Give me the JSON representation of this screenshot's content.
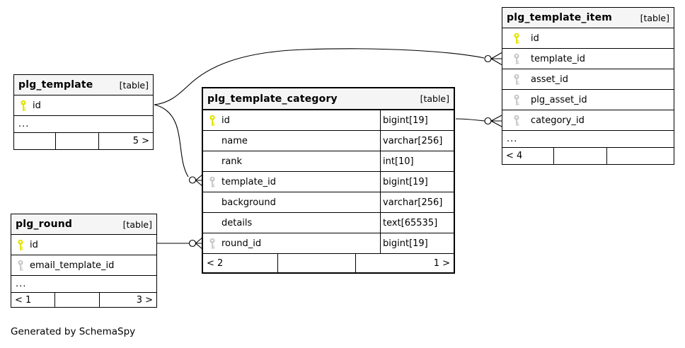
{
  "page": {
    "credit": "Generated by SchemaSpy"
  },
  "colors": {
    "primary_key_icon": "#e3e300",
    "foreign_key_icon": "#c9c9c9",
    "table_header_bg": "#f5f5f5",
    "table_border": "#000000"
  },
  "tables": {
    "plg_template": {
      "name": "plg_template",
      "tag": "[table]",
      "columns": [
        {
          "name": "id",
          "key": "pk"
        }
      ],
      "ellipsis": "...",
      "footer": [
        "",
        "",
        "5 >"
      ]
    },
    "plg_template_category": {
      "name": "plg_template_category",
      "tag": "[table]",
      "columns": [
        {
          "name": "id",
          "type": "bigint[19]",
          "key": "pk"
        },
        {
          "name": "name",
          "type": "varchar[256]",
          "key": ""
        },
        {
          "name": "rank",
          "type": "int[10]",
          "key": ""
        },
        {
          "name": "template_id",
          "type": "bigint[19]",
          "key": "fk"
        },
        {
          "name": "background",
          "type": "varchar[256]",
          "key": ""
        },
        {
          "name": "details",
          "type": "text[65535]",
          "key": ""
        },
        {
          "name": "round_id",
          "type": "bigint[19]",
          "key": "fk"
        }
      ],
      "footer": [
        "< 2",
        "",
        "1 >"
      ]
    },
    "plg_template_item": {
      "name": "plg_template_item",
      "tag": "[table]",
      "columns": [
        {
          "name": "id",
          "key": "pk"
        },
        {
          "name": "template_id",
          "key": "fk"
        },
        {
          "name": "asset_id",
          "key": "fk"
        },
        {
          "name": "plg_asset_id",
          "key": "fk"
        },
        {
          "name": "category_id",
          "key": "fk"
        }
      ],
      "ellipsis": "...",
      "footer": [
        "< 4",
        "",
        ""
      ]
    },
    "plg_round": {
      "name": "plg_round",
      "tag": "[table]",
      "columns": [
        {
          "name": "id",
          "key": "pk"
        },
        {
          "name": "email_template_id",
          "key": "fk"
        }
      ],
      "ellipsis": "...",
      "footer": [
        "< 1",
        "",
        "3 >"
      ]
    }
  },
  "relationships": [
    {
      "from": "plg_template.id",
      "to": "plg_template_item.template_id"
    },
    {
      "from": "plg_template.id",
      "to": "plg_template_category.template_id"
    },
    {
      "from": "plg_template_category.id",
      "to": "plg_template_item.category_id"
    },
    {
      "from": "plg_round.id",
      "to": "plg_template_category.round_id"
    }
  ]
}
